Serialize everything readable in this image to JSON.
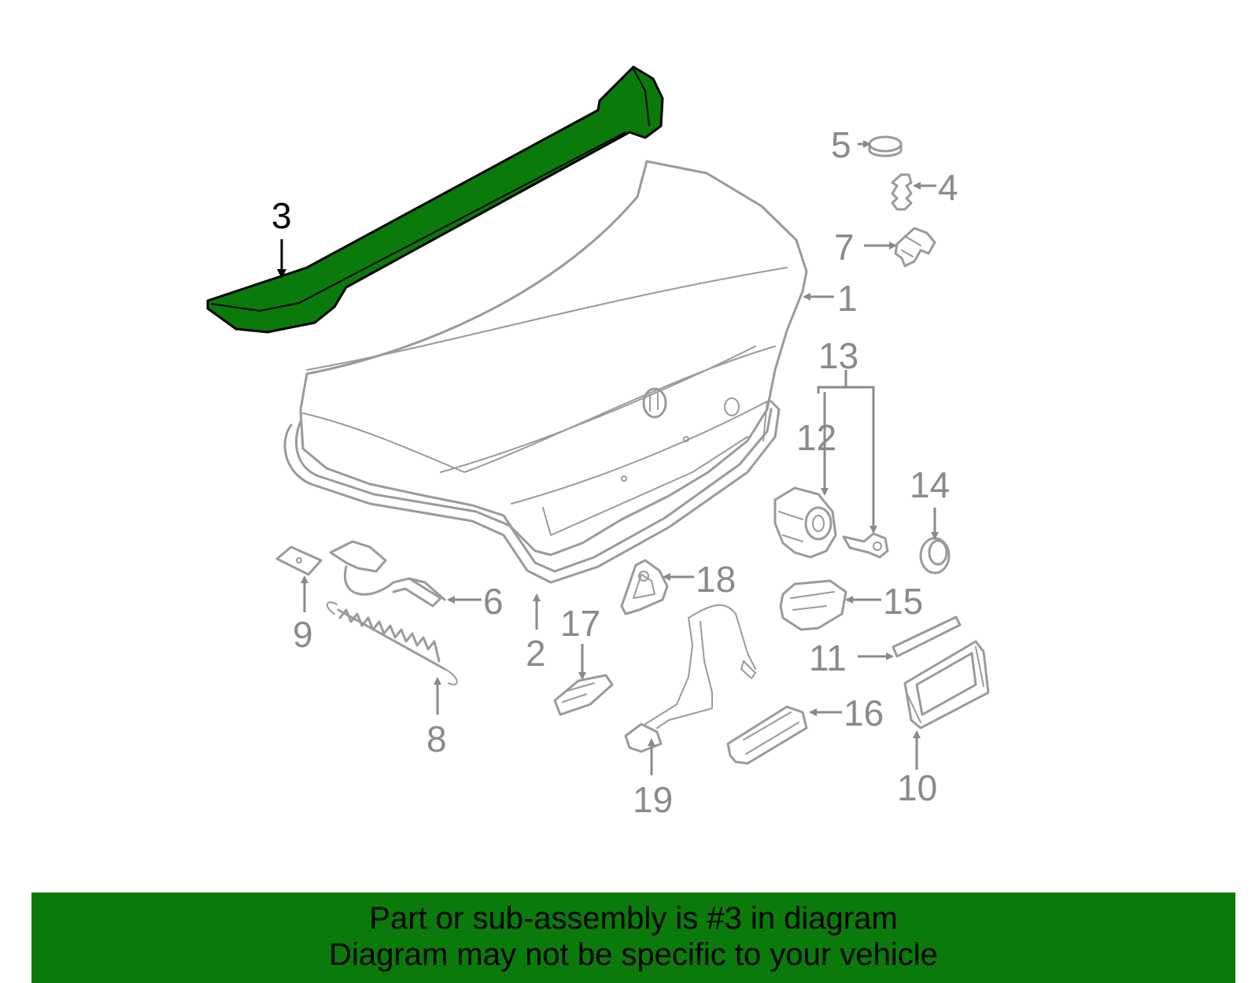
{
  "diagram": {
    "highlight_color": "#0a7a0a",
    "highlighted_part": "3",
    "callouts": {
      "c1": "1",
      "c2": "2",
      "c3": "3",
      "c4": "4",
      "c5": "5",
      "c6": "6",
      "c7": "7",
      "c8": "8",
      "c9": "9",
      "c10": "10",
      "c11": "11",
      "c12": "12",
      "c13": "13",
      "c14": "14",
      "c15": "15",
      "c16": "16",
      "c17": "17",
      "c18": "18",
      "c19": "19"
    }
  },
  "banner": {
    "line1": "Part or sub-assembly is #3 in diagram",
    "line2": "Diagram may not be specific to your vehicle",
    "background": "#0a7a0a"
  }
}
